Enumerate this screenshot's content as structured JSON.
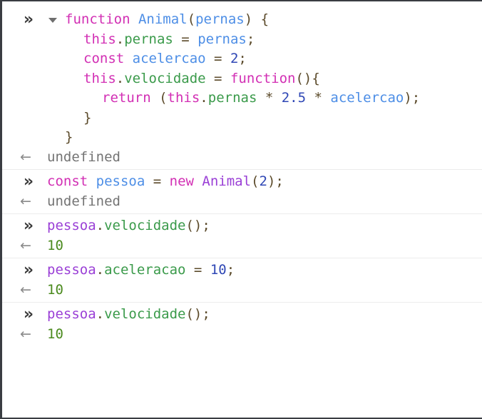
{
  "console": {
    "colors": {
      "keyword": "#d22fb4",
      "identifier": "#4d8ee6",
      "property": "#3a9a4a",
      "number": "#2f47b5",
      "object": "#9a3fd6",
      "punctuation": "#5b4a2a",
      "undefined": "#747474",
      "result_number": "#4b8a1e"
    },
    "prompt_icon": "double-chevron-right-icon",
    "result_icon": "left-arrow-icon",
    "entries": [
      {
        "input_lines": [
          "function Animal(pernas) {",
          "  this.pernas = pernas;",
          "  const acelercao = 2;",
          "  this.velocidade = function(){",
          "    return (this.pernas * 2.5 * acelercao);",
          "  }",
          "}"
        ],
        "collapsible": true,
        "output": "undefined"
      },
      {
        "input_lines": [
          "const pessoa = new Animal(2);"
        ],
        "output": "undefined"
      },
      {
        "input_lines": [
          "pessoa.velocidade();"
        ],
        "output": "10"
      },
      {
        "input_lines": [
          "pessoa.aceleracao = 10;"
        ],
        "output": "10"
      },
      {
        "input_lines": [
          "pessoa.velocidade();"
        ],
        "output": "10"
      }
    ],
    "tokens": {
      "e0": {
        "l0": [
          "function",
          " ",
          "Animal",
          "(",
          "pernas",
          ") {"
        ],
        "l1": [
          "this",
          ".",
          "pernas",
          " = ",
          "pernas",
          ";"
        ],
        "l2": [
          "const",
          " ",
          "acelercao",
          " = ",
          "2",
          ";"
        ],
        "l3": [
          "this",
          ".",
          "velocidade",
          " = ",
          "function",
          "(){"
        ],
        "l4": [
          "return",
          " (",
          "this",
          ".",
          "pernas",
          " * ",
          "2.5",
          " * ",
          "acelercao",
          ");"
        ],
        "l5": [
          "}"
        ],
        "l6": [
          "}"
        ]
      },
      "e1": [
        "const",
        " ",
        "pessoa",
        " = ",
        "new",
        " ",
        "Animal",
        "(",
        "2",
        ");"
      ],
      "e2": [
        "pessoa",
        ".",
        "velocidade",
        "();"
      ],
      "e3": [
        "pessoa",
        ".",
        "aceleracao",
        " = ",
        "10",
        ";"
      ],
      "e4": [
        "pessoa",
        ".",
        "velocidade",
        "();"
      ]
    },
    "glyphs": {
      "prompt": "»",
      "arrow": "←"
    }
  }
}
